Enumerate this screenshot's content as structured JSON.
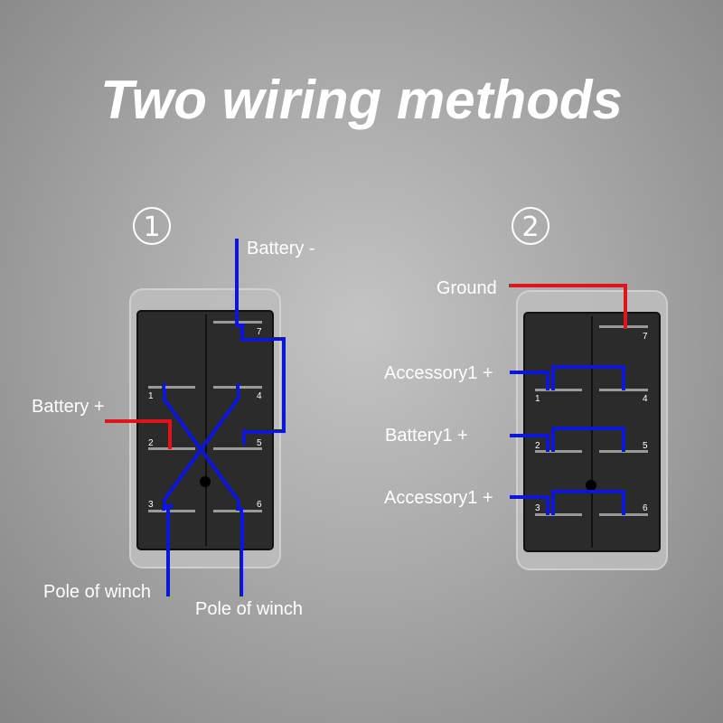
{
  "title": "Two wiring methods",
  "colors": {
    "wire_blue": "#0b16d9",
    "wire_red": "#e0141e",
    "switch_body": "#2b2b2b",
    "switch_frame": "#c2c2c2"
  },
  "method1": {
    "number": "1",
    "labels": {
      "battery_minus": "Battery -",
      "battery_plus": "Battery +",
      "pole_winch_a": "Pole of winch",
      "pole_winch_b": "Pole of winch"
    },
    "pins": [
      "1",
      "2",
      "3",
      "4",
      "5",
      "6",
      "7"
    ]
  },
  "method2": {
    "number": "2",
    "labels": {
      "ground": "Ground",
      "accessory_top": "Accessory1 +",
      "battery1": "Battery1 +",
      "accessory_bottom": "Accessory1 +"
    },
    "pins": [
      "1",
      "2",
      "3",
      "4",
      "5",
      "6",
      "7"
    ]
  }
}
